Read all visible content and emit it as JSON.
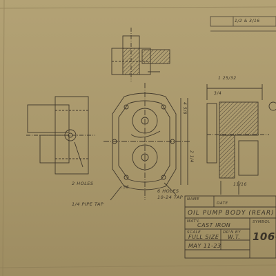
{
  "drawing": {
    "hole_notes": {
      "left_count": "2 HOLES",
      "left_spec": "1/4 PIPE TAP",
      "right_count": "6 HOLES",
      "right_spec": "10-24 TAP"
    },
    "dimensions": {
      "side_top": "1 25/32",
      "side_step": "3/4",
      "side_bottom": "11/16",
      "bottom_left": ".36",
      "front_height": "4 5/8",
      "front_half": "2 1/4"
    },
    "revision": {
      "text": "1/2 & 3/16"
    },
    "title_block": {
      "name_caption": "NAME",
      "name": "OIL PUMP BODY (REAR)",
      "date_caption": "DATE",
      "material_caption": "MAT'L",
      "material": "CAST IRON",
      "scale_caption": "SCALE",
      "scale": "FULL SIZE",
      "drawn_caption": "DR'N BY",
      "drawn_by": "W.T.",
      "date_value": "MAY 11-23",
      "symbol_caption": "SYMBOL",
      "drawing_number": "106-"
    }
  }
}
